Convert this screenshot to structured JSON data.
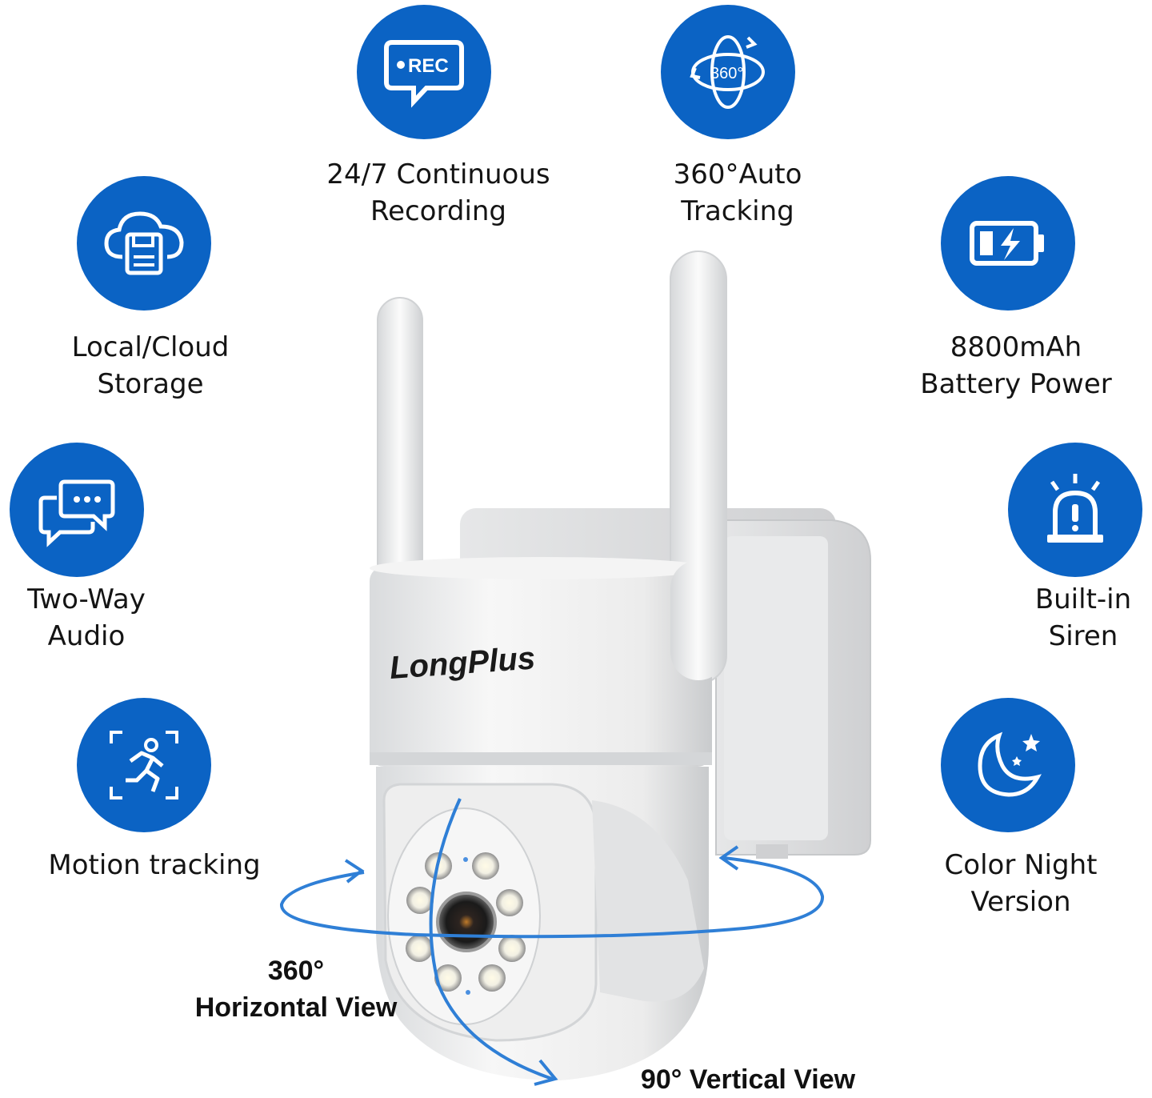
{
  "colors": {
    "accent": "#0b63c4",
    "icon_fg": "#ffffff",
    "arrow": "#2f7fd6"
  },
  "features": {
    "recording": {
      "icon": "rec-bubble-icon",
      "icon_text": "REC",
      "line1": "24/7 Continuous",
      "line2": "Recording"
    },
    "tracking360": {
      "icon": "rotate-360-icon",
      "icon_text": "360°",
      "line1": "360°Auto",
      "line2": "Tracking"
    },
    "storage": {
      "icon": "cloud-floppy-icon",
      "line1": "Local/Cloud",
      "line2": "Storage"
    },
    "battery": {
      "icon": "battery-bolt-icon",
      "line1": "8800mAh",
      "line2": "Battery Power"
    },
    "audio": {
      "icon": "chat-bubbles-icon",
      "line1": "Two-Way",
      "line2": "Audio"
    },
    "siren": {
      "icon": "alarm-siren-icon",
      "line1": "Built-in",
      "line2": "Siren"
    },
    "motion": {
      "icon": "running-person-icon",
      "line1": "Motion tracking"
    },
    "night": {
      "icon": "moon-stars-icon",
      "line1": "Color Night",
      "line2": "Version"
    }
  },
  "camera": {
    "brand": "LongPlus",
    "horizontal_label_1": "360°",
    "horizontal_label_2": "Horizontal View",
    "vertical_label": "90° Vertical View"
  }
}
